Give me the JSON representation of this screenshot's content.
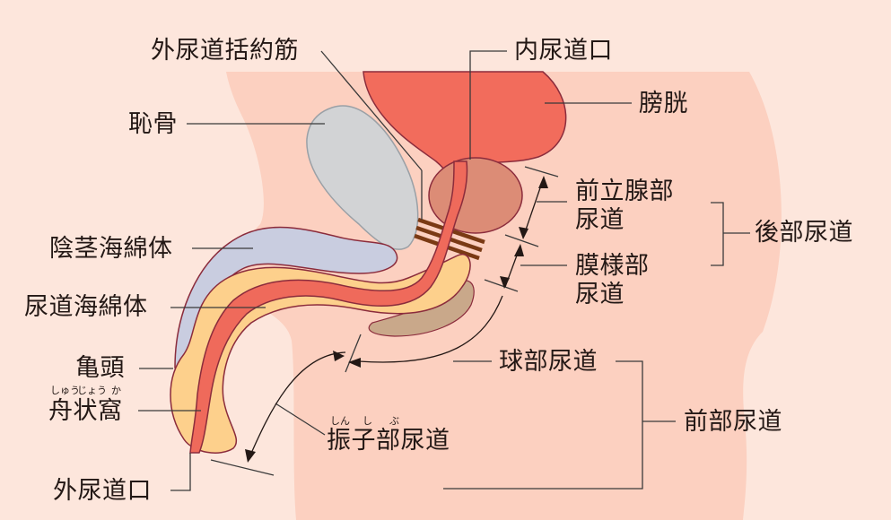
{
  "title": "男性尿道の解剖図",
  "colors": {
    "background": "#fde6dc",
    "body": "#fcd0c0",
    "bladder": "#f26c5c",
    "prostate": "#dc8c76",
    "pubic_bone": "#d2d3d5",
    "corpus_cavernosum": "#c9cde0",
    "corpus_spongiosum": "#fdd08c",
    "urethra": "#ef6a5b",
    "bulb": "#c9a88a",
    "sphincter": "#7a3a14",
    "outline": "#8b2c3c",
    "leader": "#3a3a3a"
  },
  "labels": {
    "external_sphincter": "外尿道括約筋",
    "internal_orifice": "内尿道口",
    "pubic_bone": "恥骨",
    "bladder": "膀胱",
    "prostatic_urethra_1": "前立腺部",
    "prostatic_urethra_2": "尿道",
    "posterior_urethra": "後部尿道",
    "membranous_urethra_1": "膜様部",
    "membranous_urethra_2": "尿道",
    "corpus_cavernosum": "陰茎海綿体",
    "corpus_spongiosum": "尿道海綿体",
    "glans": "亀頭",
    "fossa_navicularis": "舟状窩",
    "fossa_navicularis_ruby": [
      "しゅう",
      "じょう",
      "か"
    ],
    "bulbar_urethra": "球部尿道",
    "pendulous_urethra": "振子部尿道",
    "pendulous_urethra_ruby": [
      "しん",
      "し",
      "ぶ"
    ],
    "anterior_urethra": "前部尿道",
    "external_orifice": "外尿道口"
  }
}
